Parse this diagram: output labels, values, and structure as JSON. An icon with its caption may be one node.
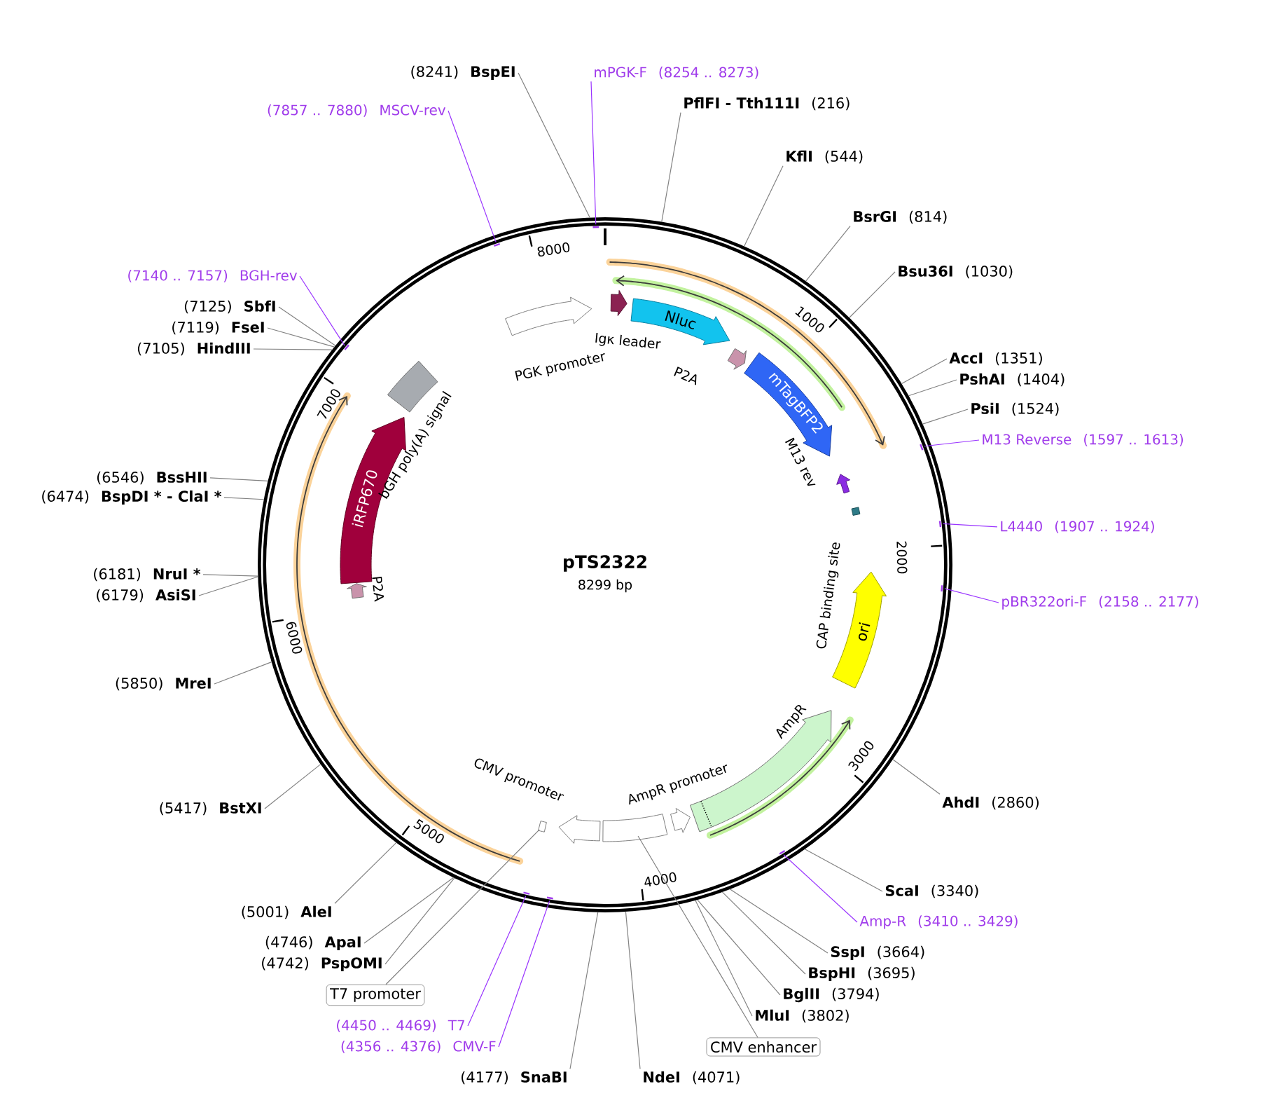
{
  "diagram": {
    "title": "pTS2322",
    "nodes": [
      {
        "text": [
          "(8241)",
          "BspEI"
        ]
      },
      {
        "text": [
          "mPGK-F",
          "(8254 .. 8273)"
        ]
      },
      {
        "text": [
          "(7857 .. 7880)",
          "MSCV-rev"
        ]
      },
      {
        "text": [
          "PflFI - Tth111I",
          "(216)"
        ]
      },
      {
        "text": [
          "KflI",
          "(544)"
        ]
      },
      {
        "text": [
          "BsrGI",
          "(814)"
        ]
      },
      {
        "text": [
          "Bsu36I",
          "(1030)"
        ]
      },
      {
        "text": [
          "(7140 .. 7157)",
          "BGH-rev"
        ]
      },
      {
        "text": [
          "(7125)",
          "SbfI"
        ]
      },
      {
        "text": [
          "(7119)",
          "FseI"
        ]
      },
      {
        "text": [
          "(7105)",
          "HindIII"
        ]
      },
      {
        "text": [
          "AccI",
          "(1351)"
        ]
      },
      {
        "text": [
          "PshAI",
          "(1404)"
        ]
      },
      {
        "text": [
          "PsiI",
          "(1524)"
        ]
      },
      {
        "text": [
          "M13 Reverse",
          "(1597 .. 1613)"
        ]
      },
      {
        "text": [
          "(6546)",
          "BssHII"
        ]
      },
      {
        "text": [
          "(6474)",
          "BspDI * - ClaI *"
        ]
      },
      {
        "text": [
          "L4440",
          "(1907 .. 1924)"
        ]
      },
      {
        "text": [
          "(6181)",
          "NruI *"
        ]
      },
      {
        "text": [
          "(6179)",
          "AsiSI"
        ]
      },
      {
        "text": [
          "pBR322ori-F",
          "(2158 .. 2177)"
        ]
      },
      {
        "text": [
          "(5850)",
          "MreI"
        ]
      },
      {
        "text": [
          "AhdI",
          "(2860)"
        ]
      },
      {
        "text": [
          "(5417)",
          "BstXI"
        ]
      },
      {
        "text": [
          "ScaI",
          "(3340)"
        ]
      },
      {
        "text": [
          "(5001)",
          "AleI"
        ]
      },
      {
        "text": [
          "Amp-R",
          "(3410 .. 3429)"
        ]
      },
      {
        "text": [
          "(4746)",
          "ApaI"
        ]
      },
      {
        "text": [
          "SspI",
          "(3664)"
        ]
      },
      {
        "text": [
          "(4742)",
          "PspOMI"
        ]
      },
      {
        "text": [
          "BspHI",
          "(3695)"
        ]
      },
      {
        "text": [
          "T7 promoter"
        ]
      },
      {
        "text": [
          "BglII",
          "(3794)"
        ]
      },
      {
        "text": [
          "MluI",
          "(3802)"
        ]
      },
      {
        "text": [
          "(4450 .. 4469)",
          "T7"
        ]
      },
      {
        "text": [
          "(4356 .. 4376)",
          "CMV-F"
        ]
      },
      {
        "text": [
          "CMV enhancer"
        ]
      },
      {
        "text": [
          "(4177)",
          "SnaBI"
        ]
      },
      {
        "text": [
          "NdeI",
          "(4071)"
        ]
      },
      {
        "text": [],
        "shape": "box"
      },
      {
        "text": [],
        "shape": "box"
      }
    ],
    "edges": [
      {
        "from": 0,
        "to": null,
        "arrow": "none"
      },
      {
        "from": 1,
        "to": null,
        "arrow": "none",
        "color": "#9933ff"
      },
      {
        "from": 2,
        "to": null,
        "arrow": "none",
        "color": "#9933ff"
      },
      {
        "from": 3,
        "to": null,
        "arrow": "none"
      },
      {
        "from": 4,
        "to": null,
        "arrow": "none"
      },
      {
        "from": 5,
        "to": null,
        "arrow": "none"
      },
      {
        "from": 6,
        "to": null,
        "arrow": "none"
      },
      {
        "from": 7,
        "to": null,
        "arrow": "none",
        "color": "#9933ff"
      },
      {
        "from": 8,
        "to": null,
        "arrow": "none"
      },
      {
        "from": 9,
        "to": null,
        "arrow": "none"
      },
      {
        "from": 10,
        "to": null,
        "arrow": "none"
      },
      {
        "from": 11,
        "to": null,
        "arrow": "none"
      },
      {
        "from": 12,
        "to": null,
        "arrow": "none"
      },
      {
        "from": 13,
        "to": null,
        "arrow": "none"
      },
      {
        "from": 14,
        "to": null,
        "arrow": "none",
        "color": "#9933ff"
      },
      {
        "from": 15,
        "to": null,
        "arrow": "none"
      },
      {
        "from": 16,
        "to": null,
        "arrow": "none"
      },
      {
        "from": 17,
        "to": null,
        "arrow": "none",
        "color": "#9933ff"
      },
      {
        "from": 18,
        "to": null,
        "arrow": "none"
      },
      {
        "from": 19,
        "to": null,
        "arrow": "none"
      },
      {
        "from": 20,
        "to": null,
        "arrow": "none",
        "color": "#9933ff"
      },
      {
        "from": 21,
        "to": null,
        "arrow": "none"
      },
      {
        "from": 22,
        "to": null,
        "arrow": "none"
      },
      {
        "from": 23,
        "to": null,
        "arrow": "none"
      },
      {
        "from": 24,
        "to": null,
        "arrow": "none"
      },
      {
        "from": 25,
        "to": null,
        "arrow": "none"
      },
      {
        "from": 26,
        "to": null,
        "arrow": "none",
        "color": "#9933ff"
      },
      {
        "from": 27,
        "to": null,
        "arrow": "none"
      },
      {
        "from": 28,
        "to": null,
        "arrow": "none"
      },
      {
        "from": 29,
        "to": null,
        "arrow": "none"
      },
      {
        "from": 30,
        "to": null,
        "arrow": "none"
      },
      {
        "from": 31,
        "to": 40,
        "arrow": "none"
      },
      {
        "from": 32,
        "to": null,
        "arrow": "none"
      },
      {
        "from": 33,
        "to": null,
        "arrow": "none"
      },
      {
        "from": 34,
        "to": null,
        "arrow": "none",
        "color": "#9933ff"
      },
      {
        "from": 35,
        "to": null,
        "arrow": "none",
        "color": "#9933ff"
      },
      {
        "from": 36,
        "to": 39,
        "arrow": "none"
      },
      {
        "from": 37,
        "to": null,
        "arrow": "none"
      },
      {
        "from": 38,
        "to": null,
        "arrow": "none"
      }
    ],
    "labels": [
      "8299 bp",
      "8000",
      "1000",
      "7000",
      "2000",
      "6000",
      "3000",
      "5000",
      "4000",
      "PGK promoter",
      "Igκ leader",
      "Nluc",
      "P2A",
      "mTagBFP2",
      "M13 rev",
      "CAP binding site",
      "ori",
      "AmpR",
      "AmpR promoter",
      "CMV promoter",
      "iRFP670",
      "P2A",
      "bGH poly(A) signal"
    ]
  }
}
